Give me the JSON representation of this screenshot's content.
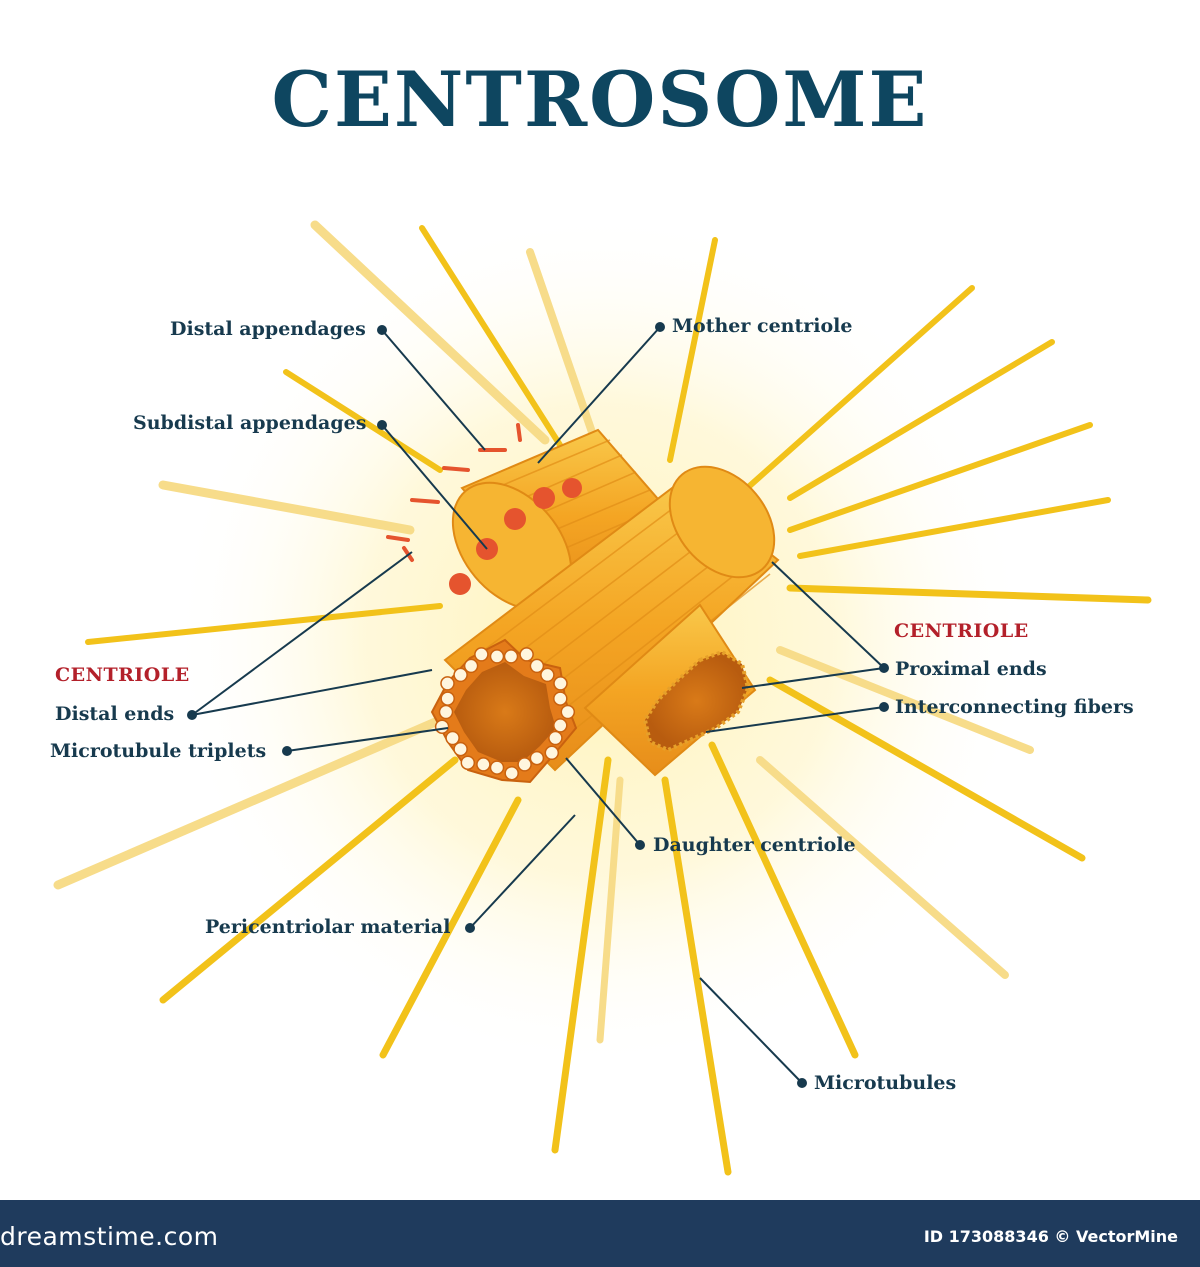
{
  "title": "CENTROSOME",
  "sections": {
    "left": "CENTRIOLE",
    "right": "CENTRIOLE"
  },
  "labels": {
    "distal_appendages": "Distal appendages",
    "subdistal_appendages": "Subdistal appendages",
    "mother_centriole": "Mother centriole",
    "distal_ends": "Distal ends",
    "microtubule_triplets": "Microtubule triplets",
    "proximal_ends": "Proximal ends",
    "interconnecting_fibers": "Interconnecting fibers",
    "daughter_centriole": "Daughter centriole",
    "pericentriolar_material": "Pericentriolar material",
    "microtubules": "Microtubules"
  },
  "footer": {
    "brand": "dreamstime.com",
    "credit": "ID 173088346 © VectorMine"
  },
  "colors": {
    "title": "#0e4660",
    "label": "#173a4e",
    "section": "#b3202a",
    "ray": "#f2c21a",
    "ray_faint": "#f7dc8a",
    "centriole": "#f4a523",
    "appendage": "#e5542e",
    "footer_bg": "#1f3b5d"
  }
}
